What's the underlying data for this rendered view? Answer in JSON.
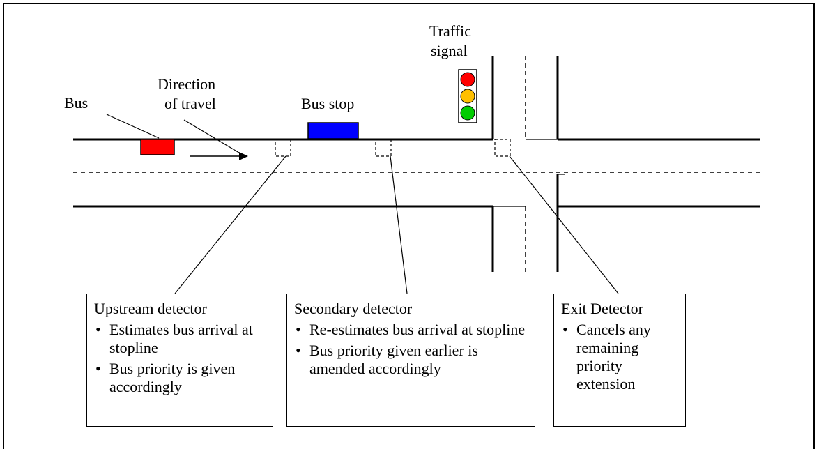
{
  "labels": {
    "bus": "Bus",
    "direction": [
      "Direction",
      "of travel"
    ],
    "bus_stop": "Bus stop",
    "traffic_signal": [
      "Traffic",
      "signal"
    ]
  },
  "detectors": [
    {
      "title": "Upstream detector",
      "points": [
        "Estimates bus arrival at stopline",
        "Bus priority is given accordingly"
      ]
    },
    {
      "title": "Secondary detector",
      "points": [
        "Re-estimates bus arrival at stopline",
        "Bus priority given earlier is amended accordingly"
      ]
    },
    {
      "title": "Exit Detector",
      "points": [
        "Cancels any remaining priority extension"
      ]
    }
  ],
  "colors": {
    "bus": "#ff0000",
    "bus_stop": "#0000ff",
    "signal_red": "#ff0000",
    "signal_amber": "#ffbf00",
    "signal_green": "#00cc00"
  }
}
